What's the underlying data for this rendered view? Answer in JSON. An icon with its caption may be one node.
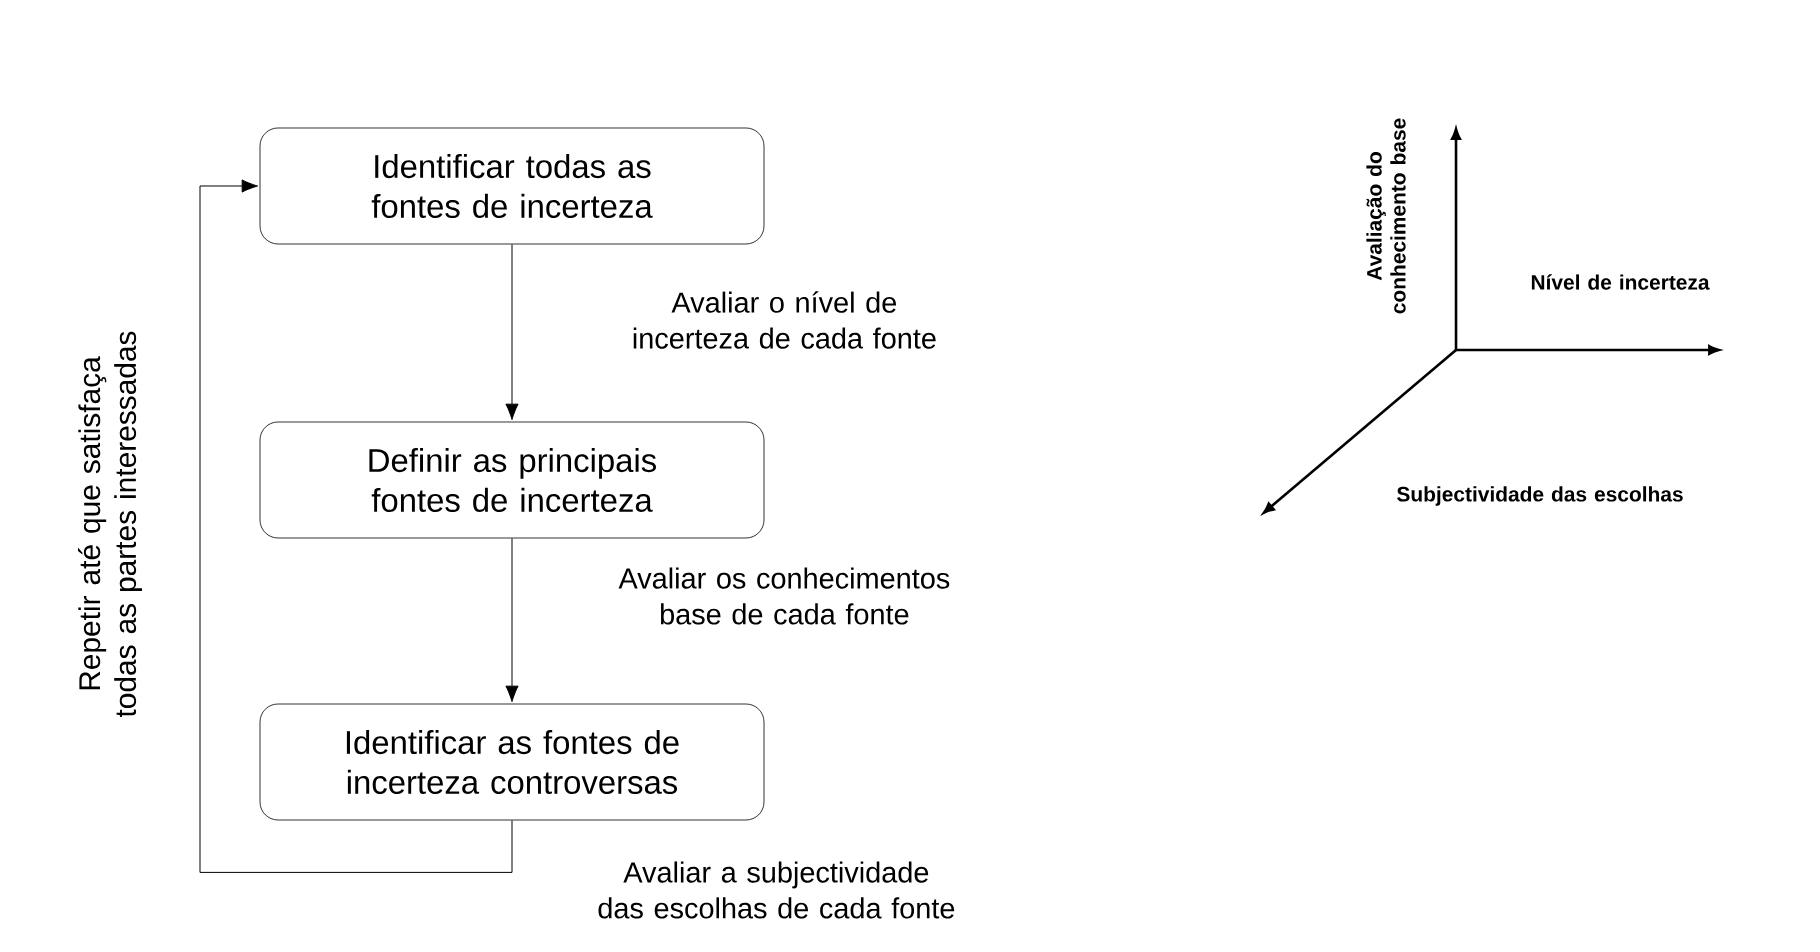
{
  "diagram": {
    "nodes": [
      {
        "text": [
          "Identificar todas as fontes de incerteza"
        ]
      },
      {
        "text": [
          "Definir as principais fontes de incerteza"
        ]
      },
      {
        "text": [
          "Identificar as fontes de incerteza controversas"
        ]
      }
    ],
    "edges": [
      {
        "from": 0,
        "to": 1,
        "arrow": "to",
        "label": "Avaliar o nível de incerteza de cada fonte"
      },
      {
        "from": 1,
        "to": 2,
        "arrow": "to",
        "label": "Avaliar os conhecimentos base de cada fonte"
      },
      {
        "from": 2,
        "to": 0,
        "arrow": "to",
        "label": "Avaliar a subjectividade das escolhas de cada fonte"
      }
    ],
    "labels": [
      "Repetir até que satisfaça todas as partes interessadas",
      "Avaliação do conhecimento base",
      "Nível de incerteza",
      "Subjectividade das escolhas"
    ]
  }
}
